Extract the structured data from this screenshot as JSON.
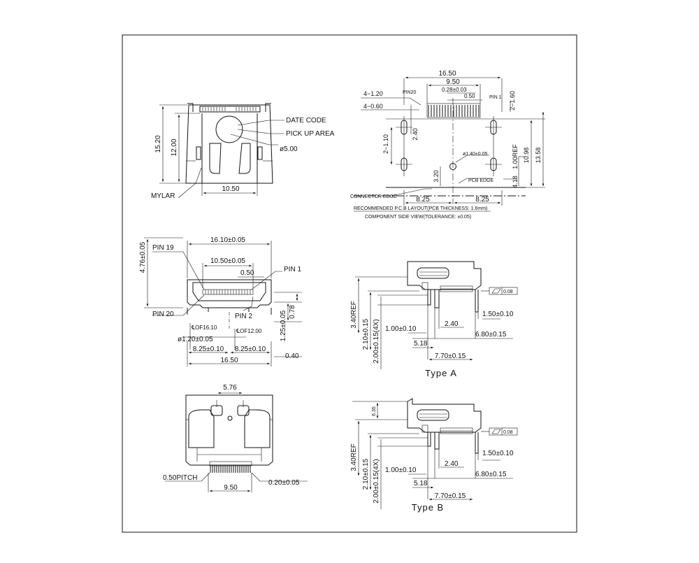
{
  "colors": {
    "ink": "#111111",
    "paper": "#ffffff"
  },
  "top_left": {
    "dim_overall_height": "15.20",
    "dim_body_height": "12.00",
    "dim_width": "10.50",
    "label_date_code": "DATE CODE",
    "label_pick_up_area": "PICK UP AREA",
    "dim_pick_diameter": "ø5.00",
    "label_mylar": "MYLAR"
  },
  "top_right": {
    "dim_width": "16.50",
    "dim_pitch_span": "9.50",
    "dim_pad_width": "0.28±0.03",
    "dim_pitch": "0.50",
    "pin20": "PIN20",
    "pin1": "PIN 1",
    "dim_slot_a": "4−1.20",
    "dim_slot_b": "4−0.60",
    "dim_right_160": "2−1.60",
    "dim_left_110": "2−1.10",
    "dim_240": "2.40",
    "dim_hole": "ø1.40±0.05",
    "dim_1098": "10.98",
    "dim_1358": "13.58",
    "dim_100ref": "1.00REF",
    "dim_418": "4.18",
    "dim_320": "3.20",
    "label_pcb_edge": "PCB EDGE",
    "label_connector_edge": "CONNECTOR EDGE",
    "dim_half_left": "8.25",
    "dim_half_right": "8.25",
    "note_line1": "RECOMMENDED P.C.B LAYOUT(PCB THICKNESS: 1.6mm)",
    "note_line2": "COMPONENT SIDE VIEW(TOLERANCE: ±0.05)"
  },
  "front_view": {
    "dim_height": "4.76±0.05",
    "dim_width": "16.10±0.05",
    "dim_inner": "10.50±0.05",
    "dim_pitch": "0.50",
    "pin19": "PIN 19",
    "pin1": "PIN 1",
    "pin20": "PIN 20",
    "pin2": "PIN 2",
    "dim_078": "0.78",
    "dim_125": "1.25±0.05",
    "dim_cf16": "℄OF16.10",
    "dim_cf12": "℄OF12.00",
    "dim_120": "ø1.20±0.05",
    "dim_825a": "8.25±0.10",
    "dim_825b": "8.25±0.10",
    "dim_1650": "16.50",
    "dim_040": "0.40"
  },
  "bottom_left": {
    "dim_576": "5.76",
    "dim_pitch": "0.50PITCH",
    "dim_950": "9.50",
    "dim_020": "0.20±0.05"
  },
  "type_a": {
    "flatness": "0.08",
    "dim_340ref": "3.40REF",
    "dim_210": "2.10±0.15",
    "dim_200": "2.00±0.15(4X)",
    "dim_100": "1.00±0.10",
    "dim_240": "2.40",
    "dim_150": "1.50±0.10",
    "dim_680": "6.80±0.15",
    "dim_518": "5.18",
    "dim_770": "7.70±0.15",
    "title": "Type A"
  },
  "type_b": {
    "dim_635": "6.35",
    "flatness": "0.08",
    "dim_340ref": "3.40REF",
    "dim_210": "2.10±0.15",
    "dim_200": "2.00±0.15(4X)",
    "dim_100": "1.00±0.10",
    "dim_240": "2.40",
    "dim_150": "1.50±0.10",
    "dim_680": "6.80±0.15",
    "dim_518": "5.18",
    "dim_770": "7.70±0.15",
    "title": "Type B"
  }
}
